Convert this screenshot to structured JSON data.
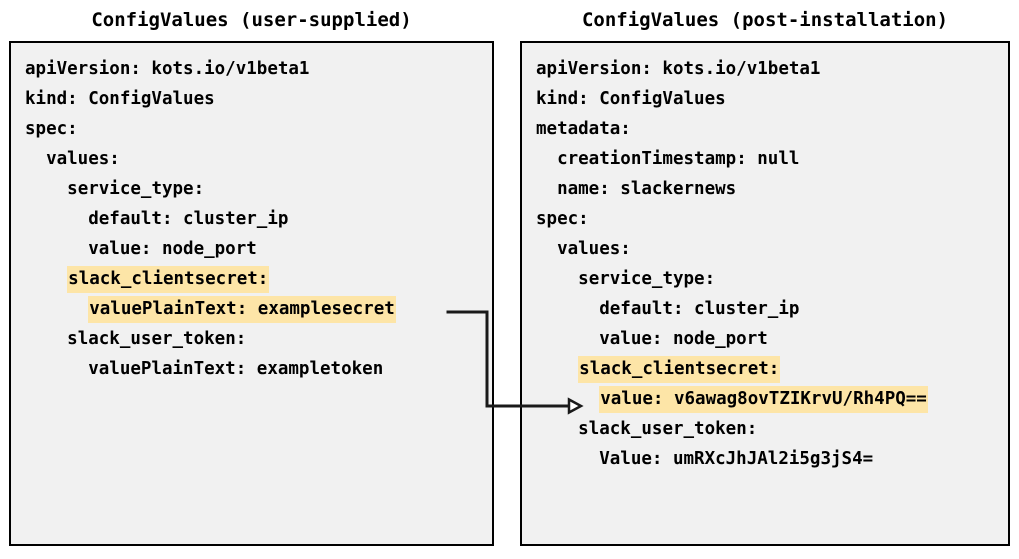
{
  "diagram": {
    "type": "comparison-diagram",
    "background_color": "#ffffff",
    "panel_background_color": "#f1f1f1",
    "panel_border_color": "#000000",
    "highlight_color": "#fde5a7",
    "connector_color": "#1a1a1a"
  },
  "left_panel": {
    "title": "ConfigValues (user-supplied)",
    "lines": [
      {
        "indent": 0,
        "text": "apiVersion: kots.io/v1beta1",
        "highlight": false
      },
      {
        "indent": 0,
        "text": "kind: ConfigValues",
        "highlight": false
      },
      {
        "indent": 0,
        "text": "spec:",
        "highlight": false
      },
      {
        "indent": 1,
        "text": "values:",
        "highlight": false
      },
      {
        "indent": 2,
        "text": "service_type:",
        "highlight": false
      },
      {
        "indent": 3,
        "text": "default: cluster_ip",
        "highlight": false
      },
      {
        "indent": 3,
        "text": "value: node_port",
        "highlight": false
      },
      {
        "indent": 2,
        "text": "slack_clientsecret:",
        "highlight": true
      },
      {
        "indent": 3,
        "text": "valuePlainText: examplesecret",
        "highlight": true
      },
      {
        "indent": 2,
        "text": "slack_user_token:",
        "highlight": false
      },
      {
        "indent": 3,
        "text": "valuePlainText: exampletoken",
        "highlight": false
      }
    ]
  },
  "right_panel": {
    "title": "ConfigValues (post-installation)",
    "lines": [
      {
        "indent": 0,
        "text": "apiVersion: kots.io/v1beta1",
        "highlight": false
      },
      {
        "indent": 0,
        "text": "kind: ConfigValues",
        "highlight": false
      },
      {
        "indent": 0,
        "text": "metadata:",
        "highlight": false
      },
      {
        "indent": 1,
        "text": "creationTimestamp: null",
        "highlight": false
      },
      {
        "indent": 1,
        "text": "name: slackernews",
        "highlight": false
      },
      {
        "indent": 0,
        "text": "spec:",
        "highlight": false
      },
      {
        "indent": 1,
        "text": "values:",
        "highlight": false
      },
      {
        "indent": 2,
        "text": "service_type:",
        "highlight": false
      },
      {
        "indent": 3,
        "text": "default: cluster_ip",
        "highlight": false
      },
      {
        "indent": 3,
        "text": "value: node_port",
        "highlight": false
      },
      {
        "indent": 2,
        "text": "slack_clientsecret:",
        "highlight": true
      },
      {
        "indent": 3,
        "text": "value: v6awag8ovTZIKrvU/Rh4PQ==",
        "highlight": true
      },
      {
        "indent": 2,
        "text": "slack_user_token:",
        "highlight": false
      },
      {
        "indent": 3,
        "text": "Value: umRXcJhJAl2i5g3jS4=",
        "highlight": false
      }
    ]
  },
  "connector": {
    "name": "secret-transformation-arrow",
    "from_label": "valuePlainText: examplesecret",
    "to_label": "value: v6awag8ovTZIKrvU/Rh4PQ==",
    "arrowhead": "open-triangle"
  }
}
